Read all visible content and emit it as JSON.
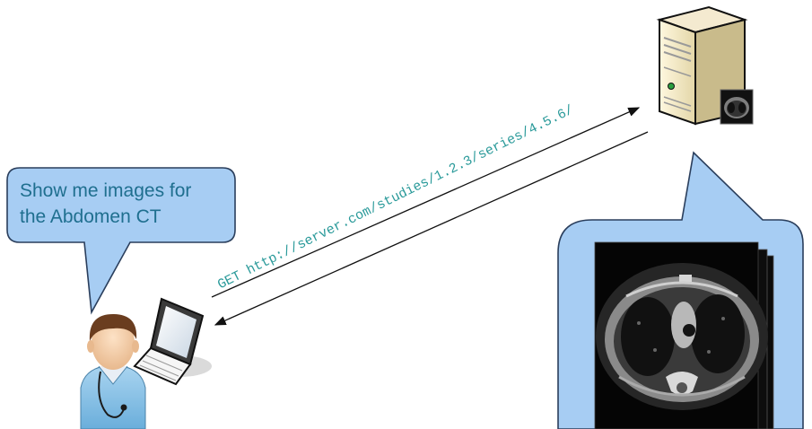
{
  "speech_bubble": {
    "line1": "Show me images for",
    "line2": "the Abdomen CT"
  },
  "request": {
    "label": "GET http://server.com/studies/1.2.3/series/4.5.6/"
  },
  "icons": {
    "user": "doctor-icon",
    "client": "laptop-icon",
    "server": "server-tower-icon",
    "response": "ct-scan-image-stack"
  },
  "colors": {
    "bubble_fill": "#a7cdf3",
    "bubble_stroke": "#2a3e5c",
    "bubble_text": "#1f6f8f",
    "url_text": "#2a9a9a"
  }
}
